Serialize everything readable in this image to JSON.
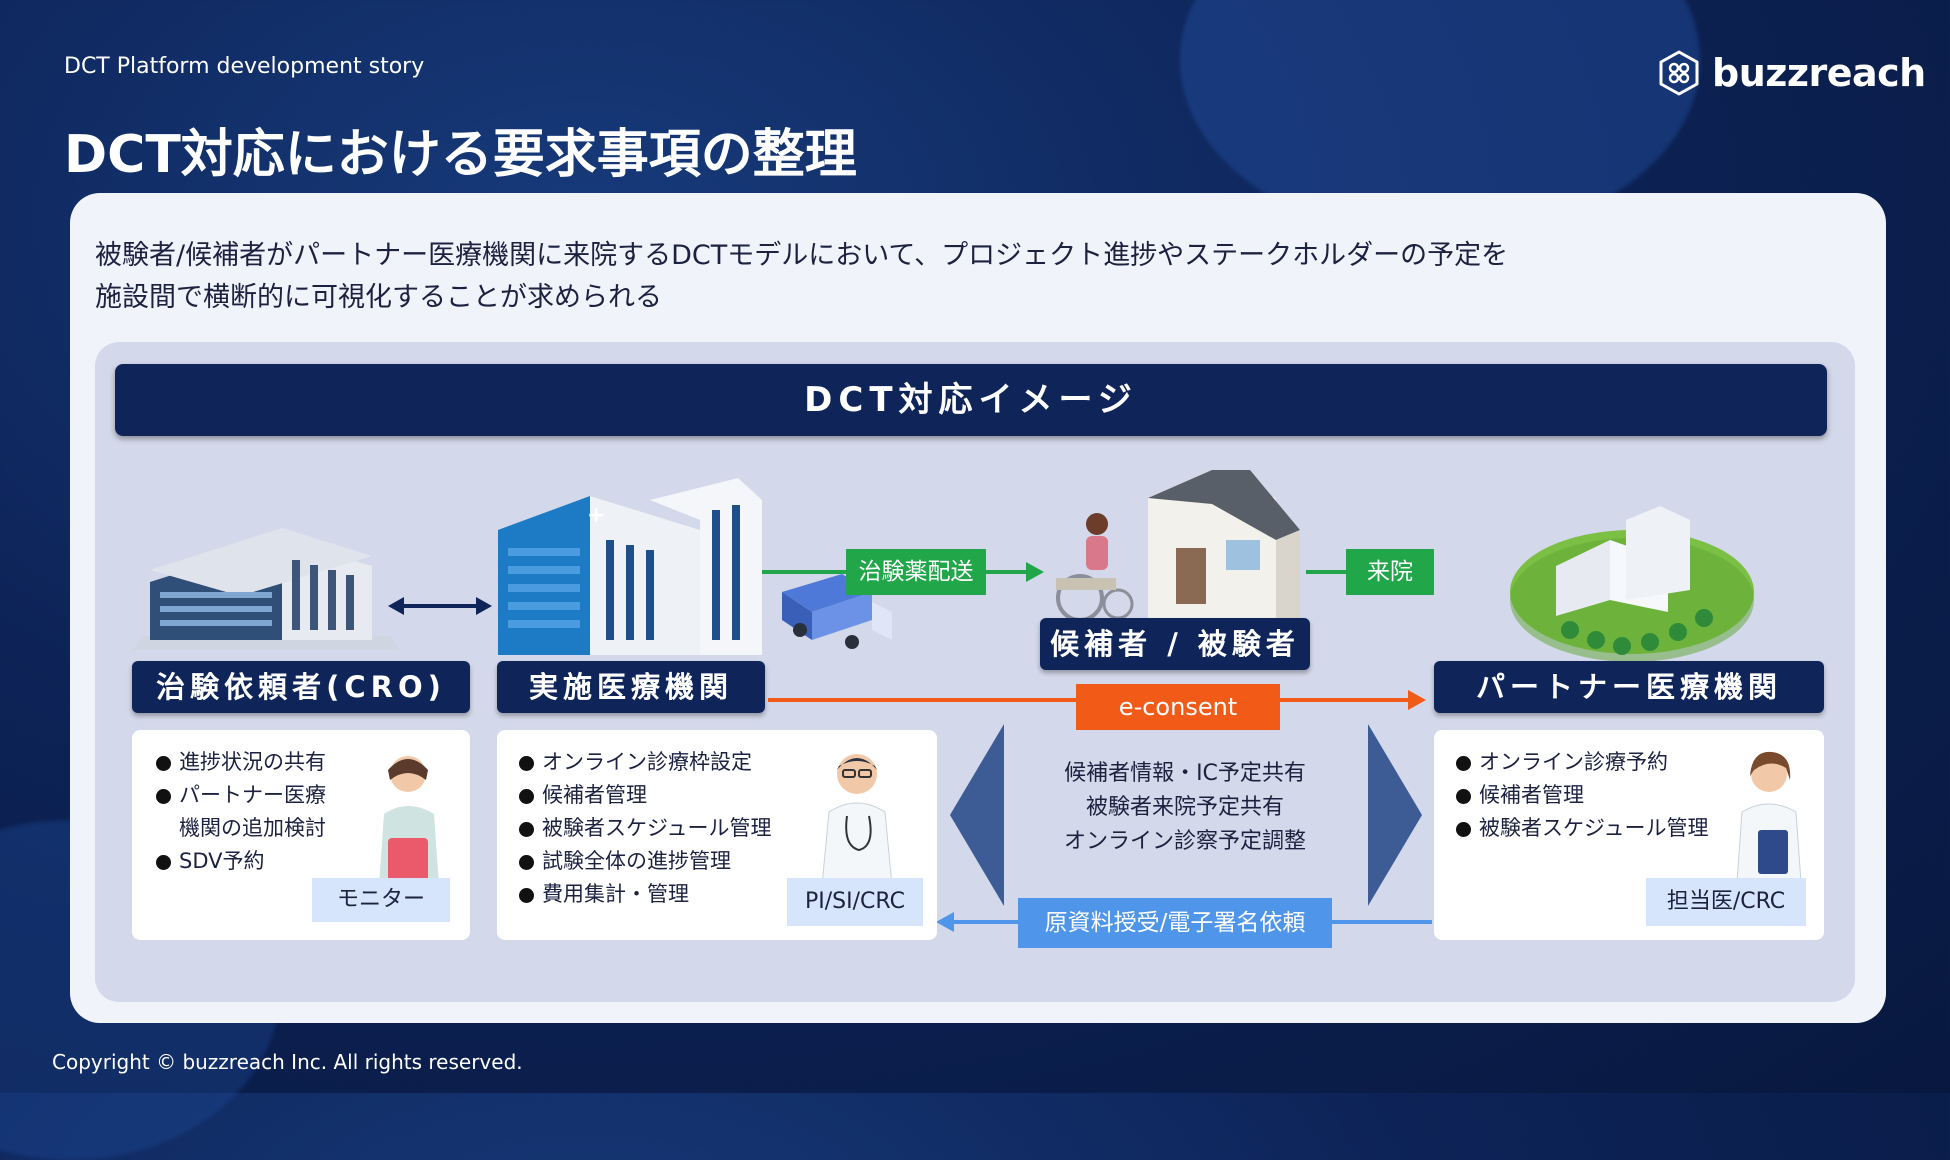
{
  "header": {
    "eyebrow": "DCT Platform development story",
    "title": "DCT対応における要求事項の整理",
    "logo_text": "buzzreach"
  },
  "intro": {
    "line1": "被験者/候補者がパートナー医療機関に来院するDCTモデルにおいて、プロジェクト進捗やステークホルダーの予定を",
    "line2": "施設間で横断的に可視化することが求められる"
  },
  "diagram": {
    "banner": "DCT対応イメージ",
    "entities": {
      "cro": "治験依頼者(CRO)",
      "site": "実施医療機関",
      "subject": "候補者 / 被験者",
      "partner": "パートナー医療機関"
    },
    "flows": {
      "delivery": "治験薬配送",
      "visit": "来院",
      "econsent": "e-consent",
      "documents": "原資料授受/電子署名依頼"
    },
    "center_lines": [
      "候補者情報・IC予定共有",
      "被験者来院予定共有",
      "オンライン診察予定調整"
    ],
    "cro_panel": {
      "items": [
        "進捗状況の共有",
        "パートナー医療",
        "SDV予約"
      ],
      "item2_cont": "機関の追加検討",
      "role": "モニター"
    },
    "site_panel": {
      "items": [
        "オンライン診療枠設定",
        "候補者管理",
        "被験者スケジュール管理",
        "試験全体の進捗管理",
        "費用集計・管理"
      ],
      "role": "PI/SI/CRC"
    },
    "partner_panel": {
      "items": [
        "オンライン診療予約",
        "候補者管理",
        "被験者スケジュール管理"
      ],
      "role": "担当医/CRC"
    }
  },
  "footer": {
    "copyright": "Copyright © buzzreach Inc. All rights reserved."
  },
  "colors": {
    "navy": "#0f2459",
    "green": "#21a64a",
    "orange": "#f25a18",
    "blue": "#4f95ea"
  }
}
